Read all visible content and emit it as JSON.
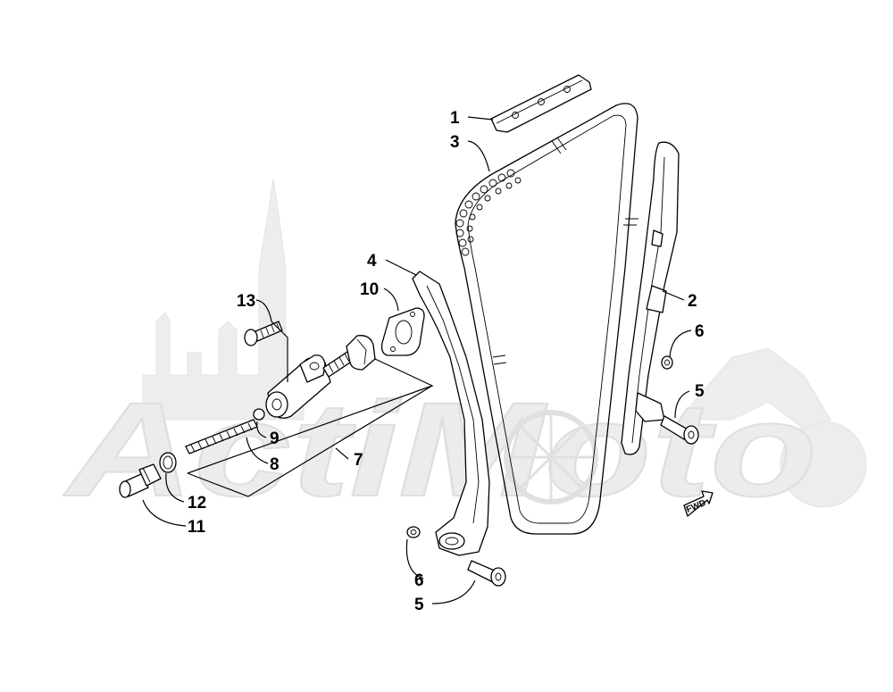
{
  "watermark": {
    "text": "ActiMoto"
  },
  "fwd_label": "FWD",
  "callouts": [
    {
      "id": "c1",
      "text": "1"
    },
    {
      "id": "c3",
      "text": "3"
    },
    {
      "id": "c4",
      "text": "4"
    },
    {
      "id": "c10",
      "text": "10"
    },
    {
      "id": "c13",
      "text": "13"
    },
    {
      "id": "c2",
      "text": "2"
    },
    {
      "id": "c6a",
      "text": "6"
    },
    {
      "id": "c5a",
      "text": "5"
    },
    {
      "id": "c9",
      "text": "9"
    },
    {
      "id": "c8",
      "text": "8"
    },
    {
      "id": "c7",
      "text": "7"
    },
    {
      "id": "c12",
      "text": "12"
    },
    {
      "id": "c11",
      "text": "11"
    },
    {
      "id": "c6b",
      "text": "6"
    },
    {
      "id": "c5b",
      "text": "5"
    }
  ]
}
